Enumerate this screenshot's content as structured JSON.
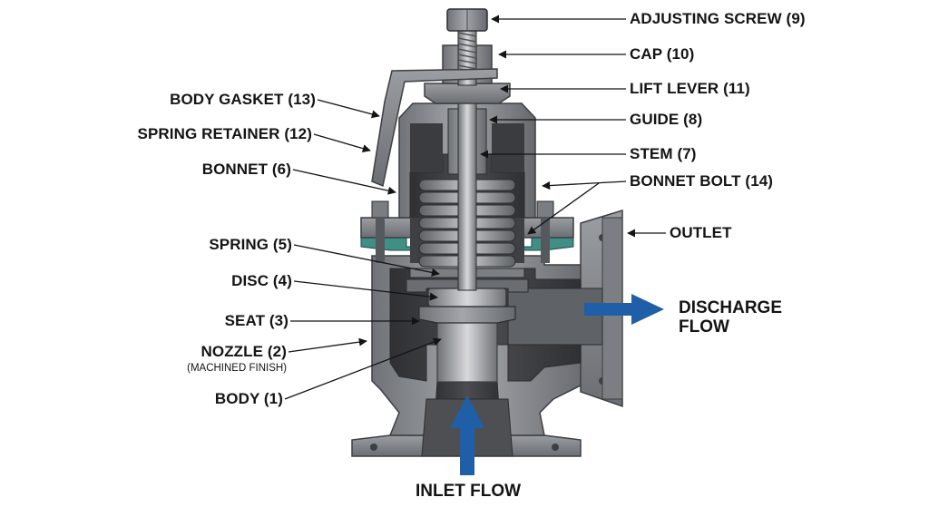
{
  "labels": {
    "adjusting_screw": "ADJUSTING SCREW (9)",
    "cap": "CAP (10)",
    "lift_lever": "LIFT LEVER (11)",
    "guide": "GUIDE (8)",
    "stem": "STEM (7)",
    "bonnet_bolt": "BONNET BOLT (14)",
    "outlet": "OUTLET",
    "body_gasket": "BODY GASKET (13)",
    "spring_retainer": "SPRING RETAINER (12)",
    "bonnet": "BONNET (6)",
    "spring": "SPRING (5)",
    "disc": "DISC (4)",
    "seat": "SEAT (3)",
    "nozzle": "NOZZLE (2)",
    "nozzle_note": "(MACHINED FINISH)",
    "body": "BODY (1)"
  },
  "flows": {
    "discharge_line1": "DISCHARGE",
    "discharge_line2": "FLOW",
    "inlet": "INLET FLOW"
  },
  "colors": {
    "metal": "#8c8f93",
    "metal_dark": "#55585c",
    "cavity": "#3a3c3f",
    "gasket": "#3f8f86",
    "flow_arrow": "#1f5fa8",
    "text": "#141414"
  }
}
